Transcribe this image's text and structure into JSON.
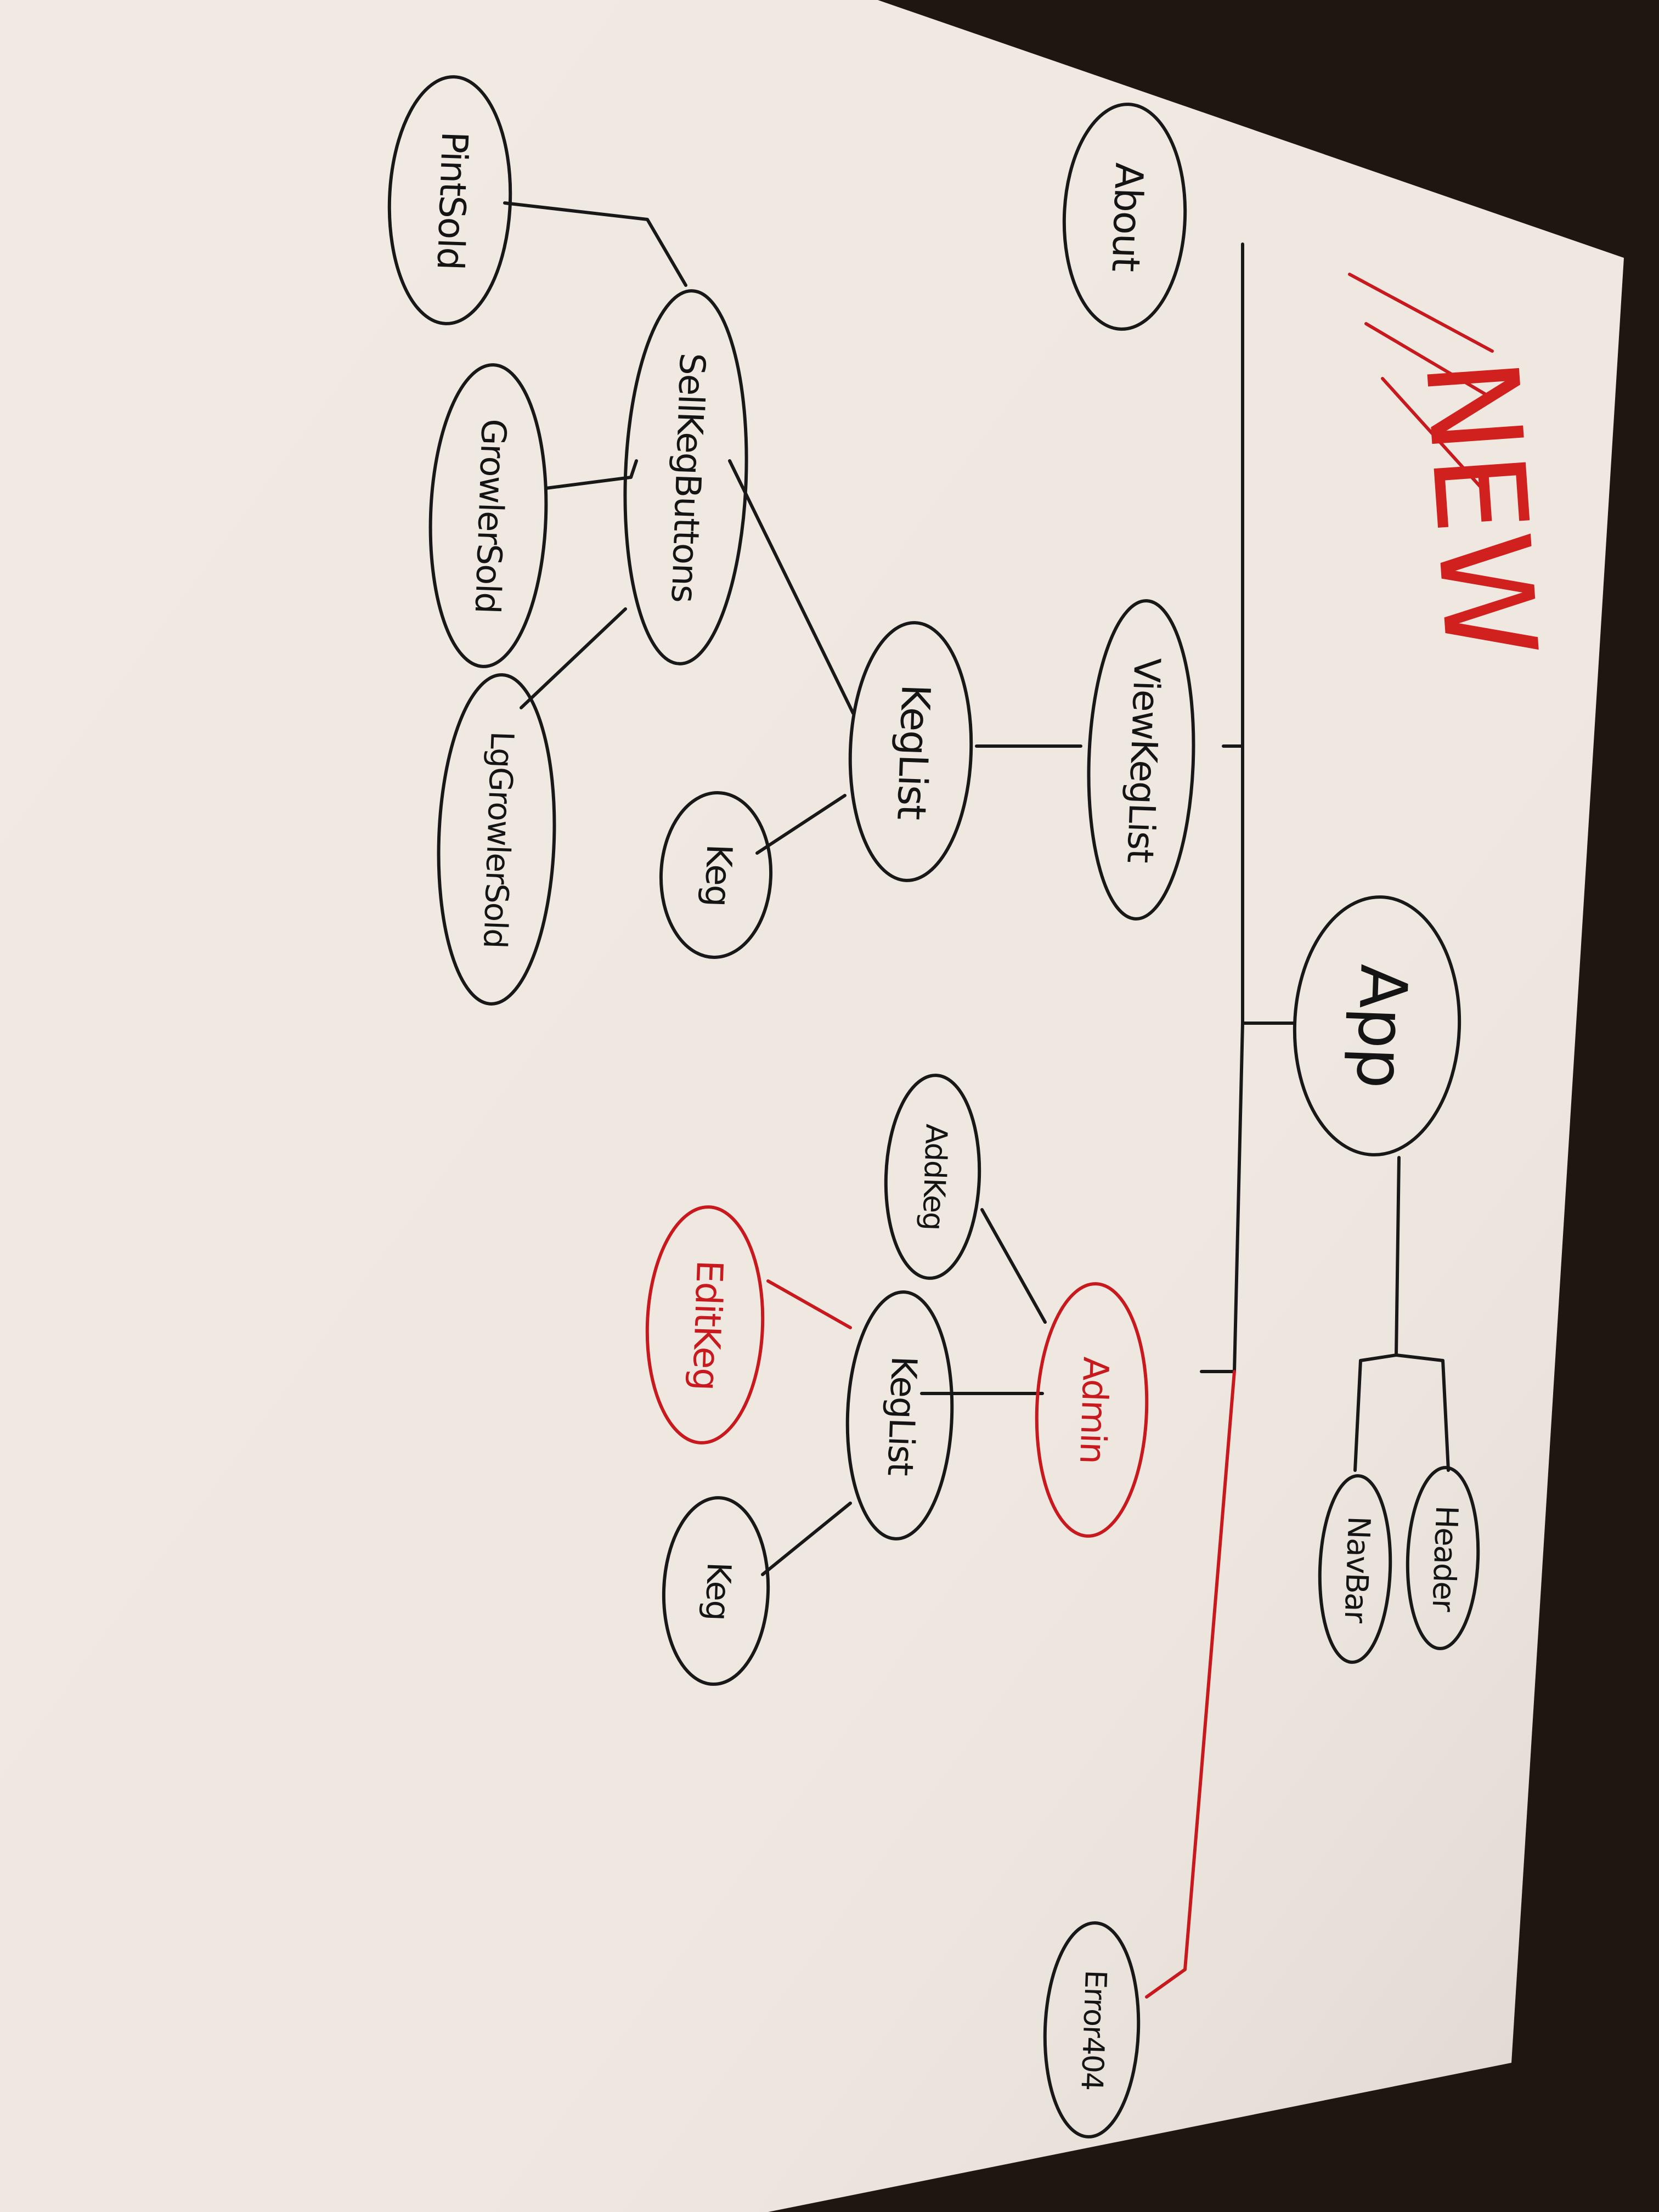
{
  "diagram": {
    "title": "NEW",
    "nodes": [
      {
        "id": "app",
        "label": "App",
        "color": "#181818"
      },
      {
        "id": "header",
        "label": "Header",
        "color": "#181818"
      },
      {
        "id": "navbar",
        "label": "NavBar",
        "color": "#181818"
      },
      {
        "id": "about",
        "label": "About",
        "color": "#181818"
      },
      {
        "id": "viewkeglist",
        "label": "ViewKegList",
        "color": "#181818"
      },
      {
        "id": "keglist_main",
        "label": "KegList",
        "color": "#181818"
      },
      {
        "id": "keg_main",
        "label": "Keg",
        "color": "#181818"
      },
      {
        "id": "sellkegbuttons",
        "label": "SellKegButtons",
        "color": "#181818"
      },
      {
        "id": "pintsold",
        "label": "PintSold",
        "color": "#181818"
      },
      {
        "id": "growlersold",
        "label": "GrowlerSold",
        "color": "#181818"
      },
      {
        "id": "lggrowlersold",
        "label": "LgGrowlerSold",
        "color": "#181818"
      },
      {
        "id": "admin",
        "label": "Admin",
        "color": "#c7191e"
      },
      {
        "id": "addkeg",
        "label": "AddKeg",
        "color": "#181818"
      },
      {
        "id": "editkeg",
        "label": "EditKeg",
        "color": "#c7191e"
      },
      {
        "id": "keglist_admin",
        "label": "KegList",
        "color": "#181818"
      },
      {
        "id": "keg_admin",
        "label": "Keg",
        "color": "#181818"
      },
      {
        "id": "error404",
        "label": "Error404",
        "color": "#181818"
      }
    ],
    "edges": [
      {
        "from": "app",
        "to": "header"
      },
      {
        "from": "app",
        "to": "navbar"
      },
      {
        "from": "app",
        "to": "about"
      },
      {
        "from": "app",
        "to": "viewkeglist"
      },
      {
        "from": "app",
        "to": "admin",
        "color": "#c7191e"
      },
      {
        "from": "app",
        "to": "error404"
      },
      {
        "from": "viewkeglist",
        "to": "keglist_main"
      },
      {
        "from": "keglist_main",
        "to": "keg_main"
      },
      {
        "from": "keglist_main",
        "to": "sellkegbuttons"
      },
      {
        "from": "sellkegbuttons",
        "to": "pintsold"
      },
      {
        "from": "sellkegbuttons",
        "to": "growlersold"
      },
      {
        "from": "sellkegbuttons",
        "to": "lggrowlersold"
      },
      {
        "from": "admin",
        "to": "addkeg"
      },
      {
        "from": "admin",
        "to": "keglist_admin"
      },
      {
        "from": "keglist_admin",
        "to": "keg_admin"
      },
      {
        "from": "keglist_admin",
        "to": "editkeg",
        "color": "#c7191e"
      }
    ]
  }
}
